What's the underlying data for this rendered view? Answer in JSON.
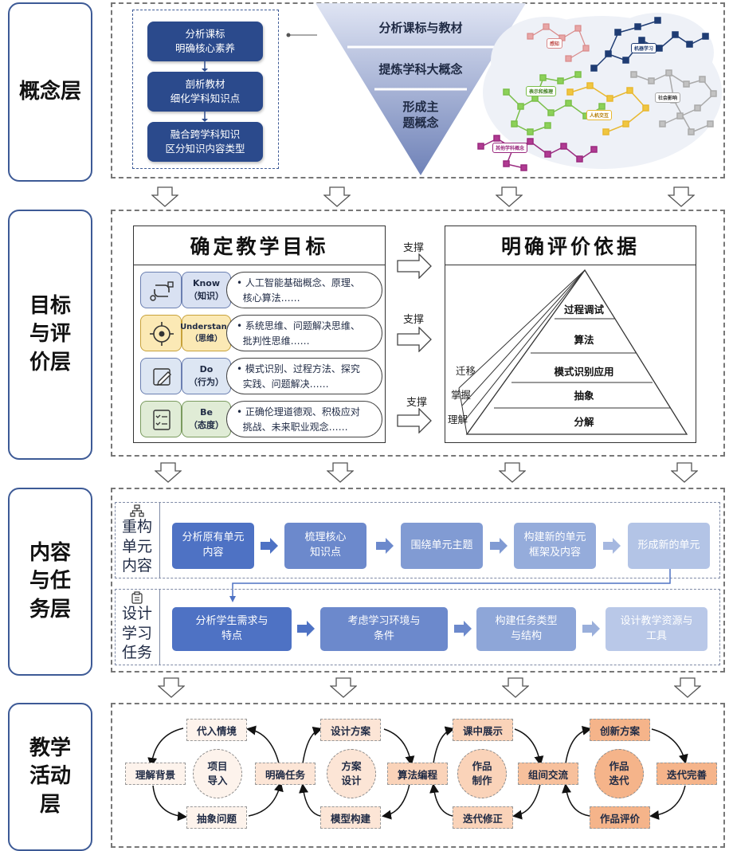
{
  "layers": {
    "concept": "概念层",
    "goal": "目标与评价层",
    "content": "内容与任务层",
    "activity": "教学活动层"
  },
  "concept": {
    "steps": [
      "分析课标\n明确核心素养",
      "剖析教材\n细化学科知识点",
      "融合跨学科知识\n区分知识内容类型"
    ],
    "funnel": [
      "分析课标与教材",
      "提炼学科大概念",
      "形成主\n题概念"
    ],
    "map_nodes": [
      "感知",
      "机器学习",
      "表示和推理",
      "社会影响",
      "人机交互",
      "其他学科概念"
    ]
  },
  "goals": {
    "title": "确定教学目标",
    "items": [
      {
        "tag": "Know\n（知识）",
        "desc": "• 人工智能基础概念、原理、\n  核心算法……",
        "color": "#d9e1f2",
        "icon": "cycle-arrows-icon"
      },
      {
        "tag": "Understand\n（思维）",
        "desc": "• 系统思维、问题解决思维、\n  批判性思维……",
        "color": "#fbe9b5",
        "icon": "target-icon"
      },
      {
        "tag": "Do\n（行为）",
        "desc": "• 模式识别、过程方法、探究\n  实践、问题解决……",
        "color": "#dde6f3",
        "icon": "pencil-icon"
      },
      {
        "tag": "Be\n（态度）",
        "desc": "• 正确伦理道德观、积极应对\n  挑战、未来职业观念……",
        "color": "#e0ecd6",
        "icon": "checklist-icon"
      }
    ],
    "support": [
      "支撑",
      "支撑",
      "支撑"
    ]
  },
  "evaluation": {
    "title": "明确评价依据",
    "levels": [
      "过程调试",
      "算法",
      "模式识别应用",
      "抽象",
      "分解"
    ],
    "side": [
      "迁移",
      "掌握",
      "理解"
    ]
  },
  "content": {
    "row1_head": "重构\n单元\n内容",
    "row1_steps": [
      "分析原有单元\n内容",
      "梳理核心\n知识点",
      "围绕单元主题",
      "构建新的单元\n框架及内容",
      "形成新的单元"
    ],
    "row2_head": "设计\n学习\n任务",
    "row2_steps": [
      "分析学生需求与\n特点",
      "考虑学习环境与\n条件",
      "构建任务类型\n与结构",
      "设计教学资源与\n工具"
    ]
  },
  "activity": {
    "group1": {
      "center": "项目\n导入",
      "top": "代入情境",
      "left": "理解背景",
      "bottom": "抽象问题"
    },
    "shared1": "明确任务",
    "group2": {
      "center": "方案\n设计",
      "top": "设计方案",
      "bottom": "模型构建"
    },
    "shared2": "算法编程",
    "group3": {
      "center": "作品\n制作",
      "top": "课中展示",
      "bottom": "迭代修正"
    },
    "shared3": "组间交流",
    "group4": {
      "center": "作品\n迭代",
      "top": "创新方案",
      "right": "迭代完善",
      "bottom": "作品评价"
    }
  },
  "colors": {
    "navy": "#2b4a8c",
    "funnel_top": "#d5dcef",
    "funnel_bottom": "#6f82b8",
    "step_dark": "#4e72c4",
    "step_light": "#b9c8e8"
  }
}
